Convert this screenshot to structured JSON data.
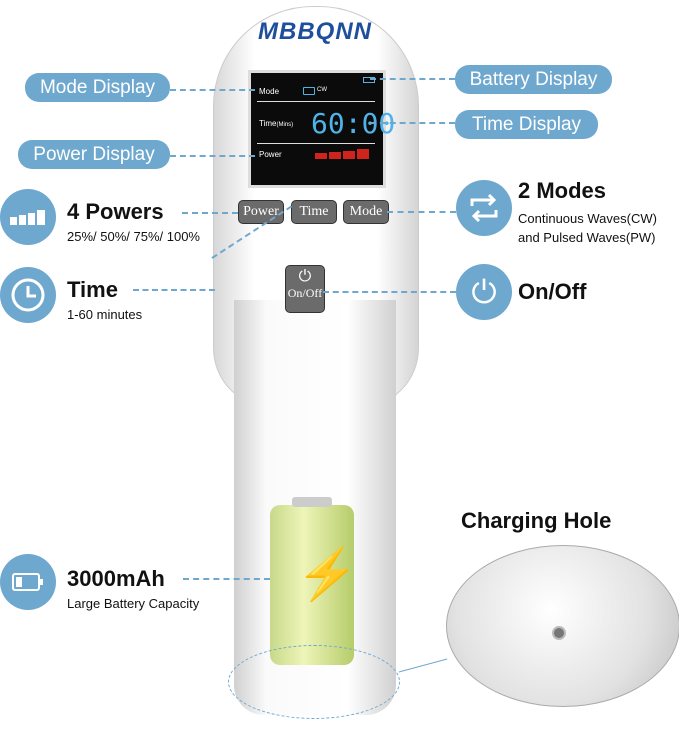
{
  "brand": "MBBQNN",
  "screen": {
    "mode_label": "Mode",
    "mode_value": "CW",
    "time_label": "Time",
    "time_unit": "(Mins)",
    "time_value": "60:00",
    "power_label": "Power",
    "power_level_bars": 4
  },
  "device_buttons": {
    "power": "Power",
    "time": "Time",
    "mode": "Mode",
    "onoff": "On/Off"
  },
  "callouts": {
    "mode_display": "Mode Display",
    "power_display": "Power Display",
    "battery_display": "Battery Display",
    "time_display": "Time Display"
  },
  "features": {
    "powers": {
      "title": "4 Powers",
      "desc": "25%/ 50%/ 75%/ 100%"
    },
    "time": {
      "title": "Time",
      "desc": "1-60 minutes"
    },
    "modes": {
      "title": "2 Modes",
      "desc1": "Continuous Waves(CW)",
      "desc2": "and Pulsed Waves(PW)"
    },
    "onoff": {
      "title": "On/Off"
    },
    "battery": {
      "title": "3000mAh",
      "desc": "Large Battery Capacity"
    },
    "charging": {
      "title": "Charging Hole"
    }
  },
  "colors": {
    "accent": "#6fa8cf",
    "lcd": "#4fb3e8",
    "power_bar": "#d0231c"
  }
}
